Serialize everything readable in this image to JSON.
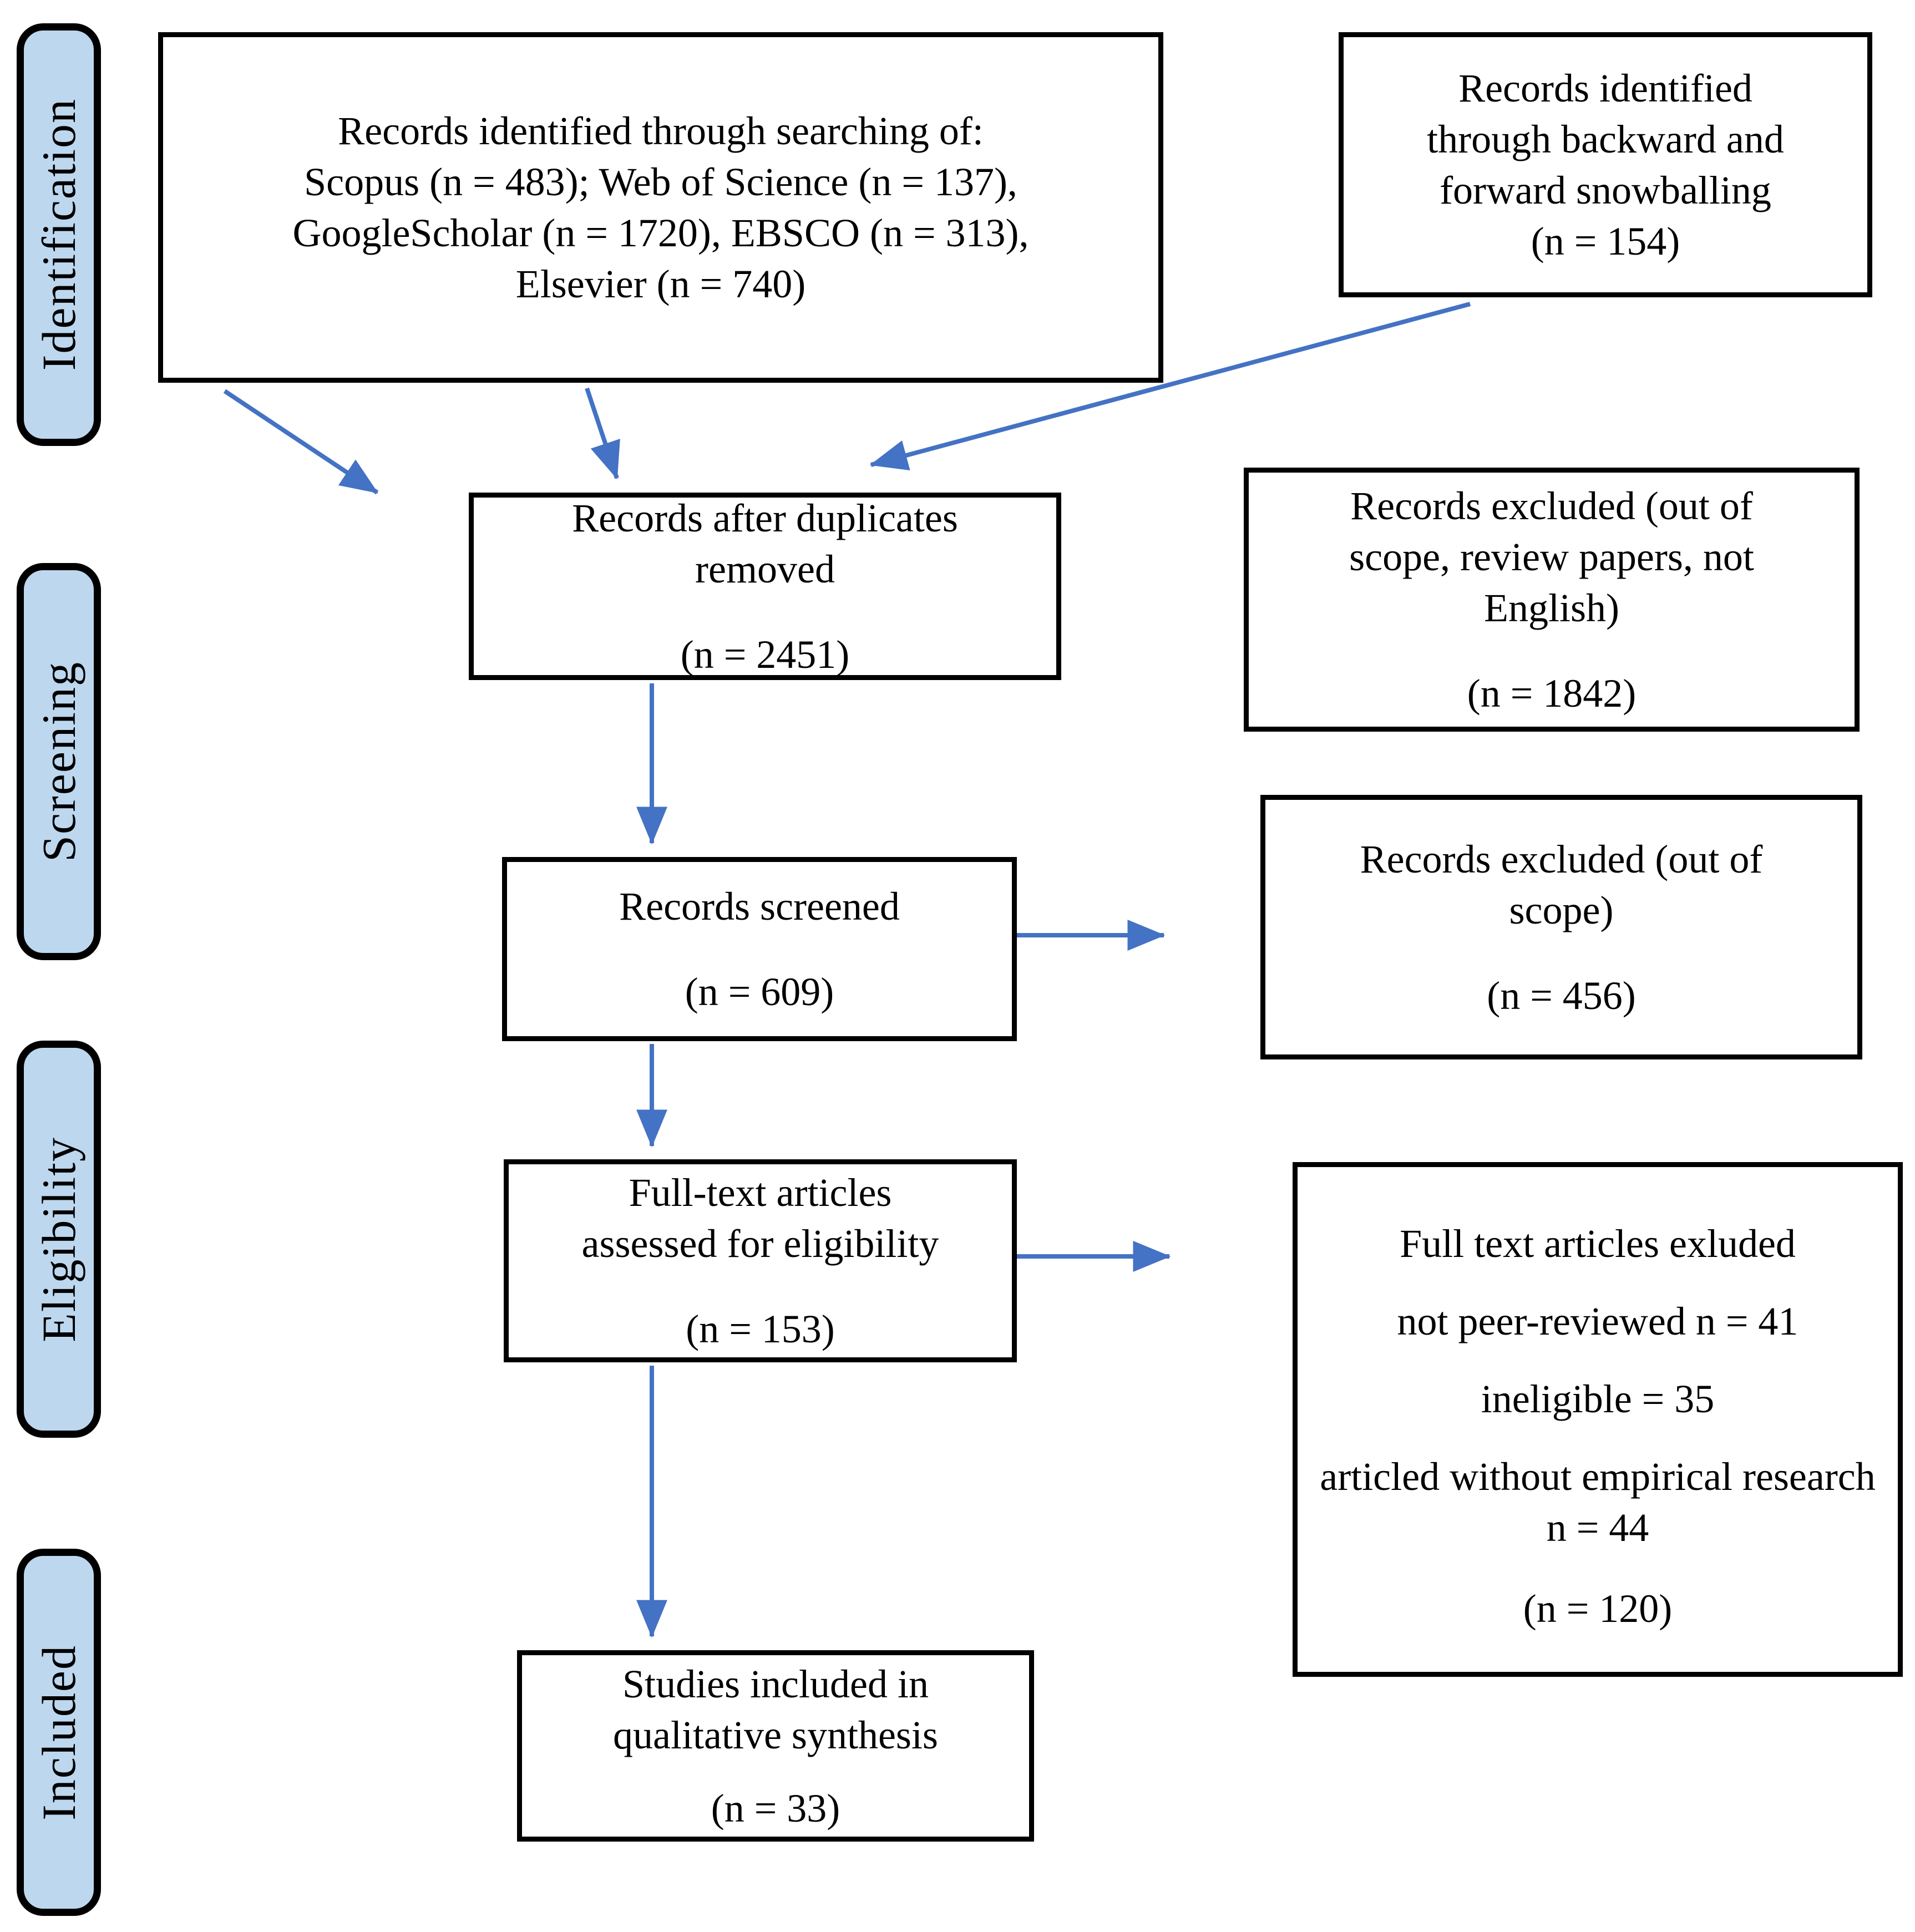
{
  "colors": {
    "arrow": "#4472C4",
    "sidebar_fill": "#BDD7EE",
    "border": "#000000"
  },
  "sidebar": {
    "labels": [
      {
        "text": "Identification"
      },
      {
        "text": "Screening"
      },
      {
        "text": "Eligibility"
      },
      {
        "text": "Included"
      }
    ]
  },
  "boxes": {
    "sources": {
      "lines": [
        "Records identified through searching of:",
        "Scopus  (n = 483); Web of Science (n = 137),",
        "GoogleScholar (n = 1720), EBSCO  (n = 313),",
        "Elsevier (n = 740)"
      ]
    },
    "snowballing": {
      "lines": [
        "Records identified",
        "through backward and",
        "forward snowballing",
        "(n = 154)"
      ]
    },
    "duplicates_removed": {
      "lines": [
        "Records after duplicates",
        "removed"
      ],
      "count": "(n = 2451)"
    },
    "excluded_screening": {
      "lines": [
        "Records excluded (out of",
        "scope, review papers, not",
        "English)"
      ],
      "count": "(n = 1842)"
    },
    "screened": {
      "lines": [
        "Records screened"
      ],
      "count": "(n = 609)"
    },
    "excluded_scope": {
      "lines": [
        "Records excluded (out of",
        "scope)"
      ],
      "count": "(n = 456)"
    },
    "fulltext_assessed": {
      "lines": [
        "Full-text articles",
        "assessed for eligibility"
      ],
      "count": "(n = 153)"
    },
    "fulltext_excluded": {
      "paragraphs": [
        "Full text articles exluded",
        "not peer-reviewed n = 41",
        "ineligible = 35",
        "articled without empirical research n = 44"
      ],
      "count": "(n = 120)"
    },
    "included_synthesis": {
      "lines": [
        "Studies included in",
        "qualitative synthesis"
      ],
      "count": "(n = 33)"
    }
  }
}
